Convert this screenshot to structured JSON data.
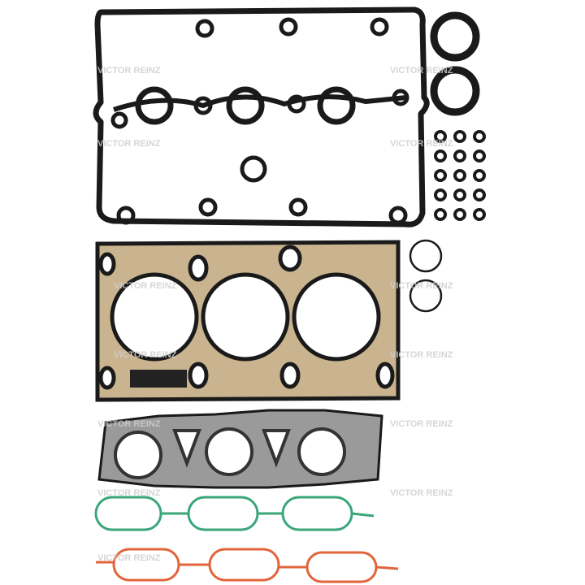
{
  "watermark": "VICTOR REINZ",
  "colors": {
    "gasket_black": "#1a1a1a",
    "head_gasket_metal": "#c9b48f",
    "manifold_metal": "#9a9a9a",
    "green_seal": "#3aa67a",
    "orange_seal": "#e2643a"
  },
  "items": [
    "valve-cover-gasket",
    "seal-rings",
    "o-rings",
    "cylinder-head-gasket",
    "exhaust-manifold-gasket",
    "intake-gasket-green",
    "intake-gasket-orange"
  ]
}
